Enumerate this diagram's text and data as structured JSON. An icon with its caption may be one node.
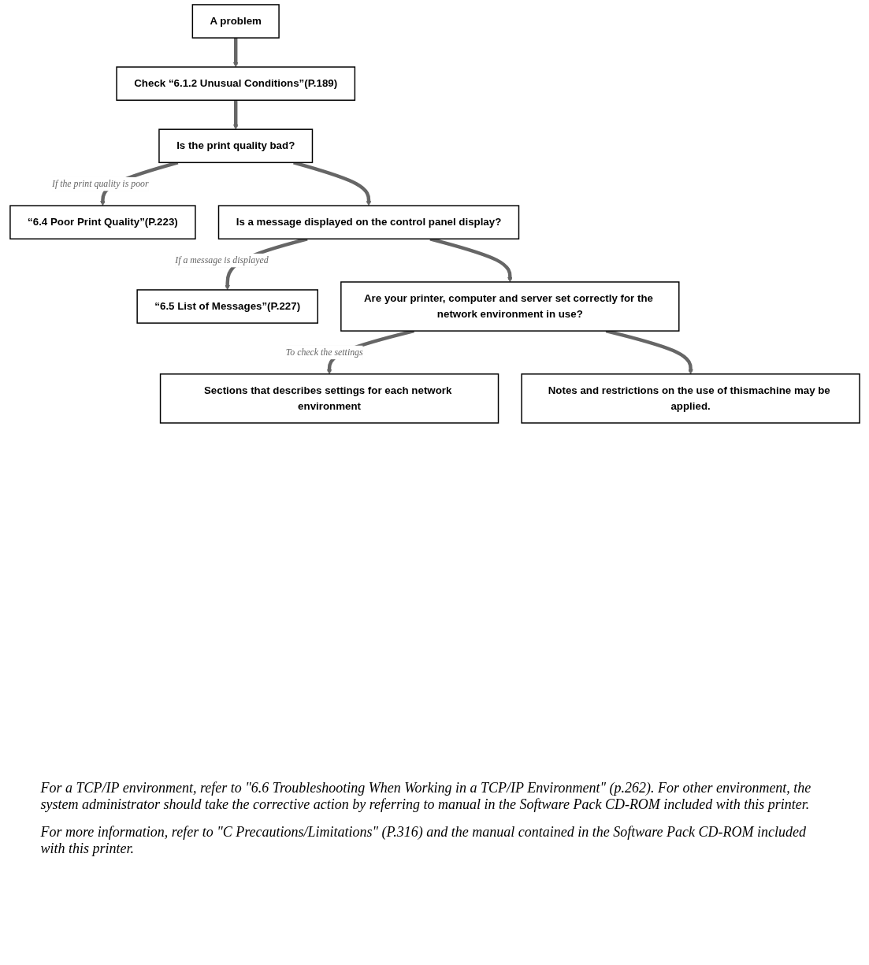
{
  "diagram": {
    "nodes": [
      {
        "text": [
          "A problem"
        ]
      },
      {
        "text": [
          "Check “6.1.2  Unusual Conditions”(P.189)"
        ]
      },
      {
        "text": [
          "Is the print quality bad?"
        ]
      },
      {
        "text": [
          "“6.4  Poor Print Quality”(P.223)"
        ]
      },
      {
        "text": [
          "Is a message displayed on the control panel display?"
        ]
      },
      {
        "text": [
          "“6.5  List of Messages”(P.227)"
        ]
      },
      {
        "text": [
          "Are your printer, computer and server set correctly for the network environment in use?"
        ]
      },
      {
        "text": [
          "Sections that describes settings for each network environment"
        ]
      },
      {
        "text": [
          "Notes and restrictions on the use of thismachine may be applied."
        ]
      }
    ],
    "edges": [
      {
        "from": 0,
        "to": 1,
        "arrow": "to"
      },
      {
        "from": 1,
        "to": 2,
        "arrow": "to"
      },
      {
        "from": 2,
        "to": 3,
        "arrow": "to",
        "label": "If the print quality is poor"
      },
      {
        "from": 2,
        "to": 4,
        "arrow": "to"
      },
      {
        "from": 4,
        "to": 5,
        "arrow": "to",
        "label": "If a message is displayed"
      },
      {
        "from": 4,
        "to": 6,
        "arrow": "to"
      },
      {
        "from": 6,
        "to": 7,
        "arrow": "to",
        "label": "To check the settings"
      },
      {
        "from": 6,
        "to": 8,
        "arrow": "to"
      }
    ],
    "labels": [
      "For a TCP/IP environment, refer to \"6.6 Troubleshooting When Working in a TCP/IP Environment\" (p.262). For other environment, the system administrator should take the corrective action by referring to manual in the Software Pack CD-ROM included with this printer.",
      "For more information, refer to \"C  Precautions/Limitations\" (P.316) and the manual contained in the Software Pack CD-ROM included with this printer."
    ]
  }
}
